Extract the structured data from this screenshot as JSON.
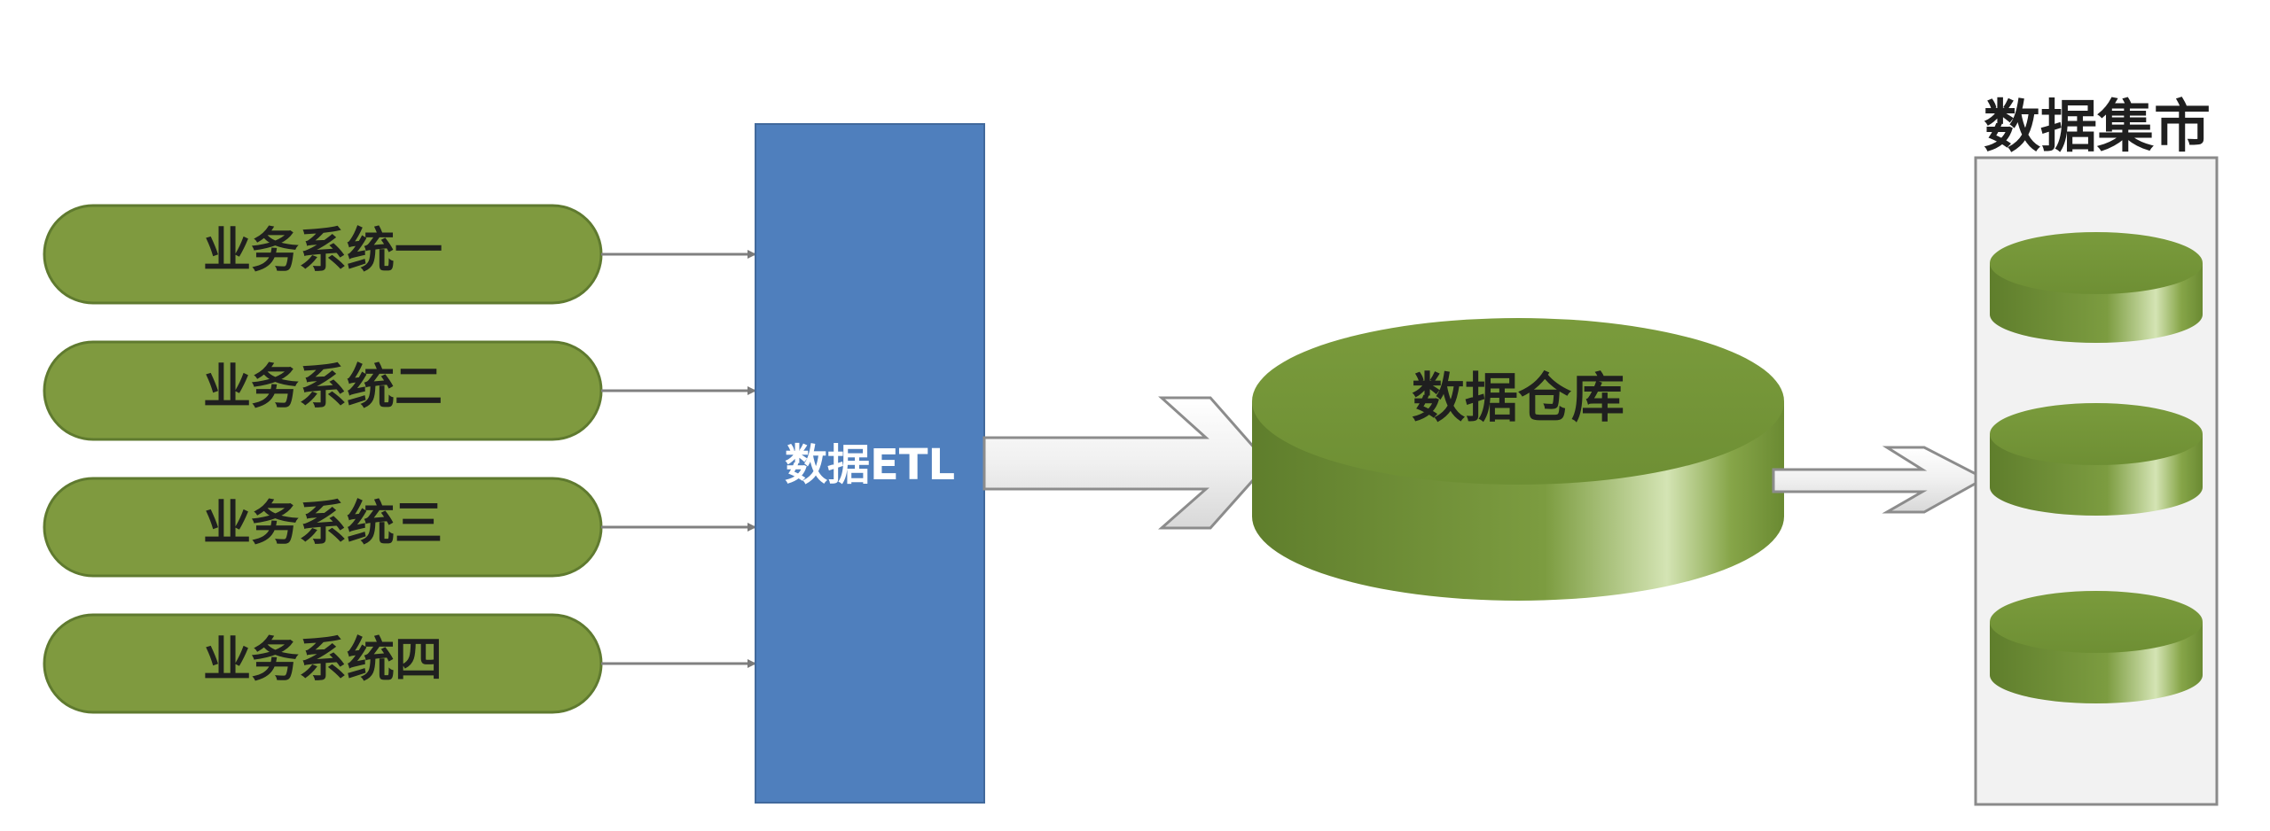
{
  "business_systems": [
    {
      "label": "业务系统一"
    },
    {
      "label": "业务系统二"
    },
    {
      "label": "业务系统三"
    },
    {
      "label": "业务系统四"
    }
  ],
  "etl": {
    "label": "数据ETL"
  },
  "warehouse": {
    "label": "数据仓库"
  },
  "mart": {
    "title": "数据集市",
    "cylinder_count": 3
  },
  "colors": {
    "system_fill": "#7f9a3f",
    "system_stroke": "#5f7a2f",
    "etl_fill": "#4f7fbd",
    "cylinder_side": "#6a8a32",
    "cylinder_top": "#789a3a",
    "cylinder_highlight": "#d4e4b4",
    "mart_bg": "#f2f2f2",
    "mart_border": "#8a8a8a",
    "connector": "#808080"
  }
}
